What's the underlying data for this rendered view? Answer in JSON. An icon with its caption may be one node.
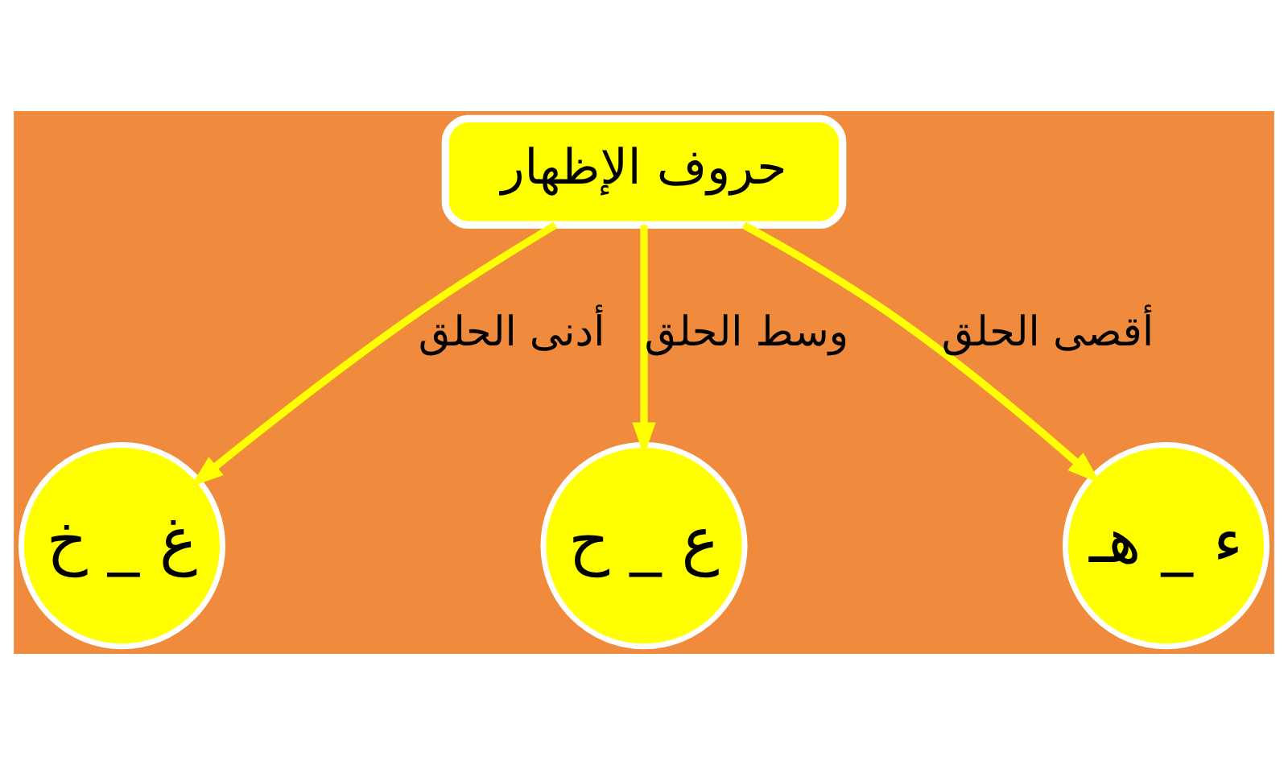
{
  "diagram": {
    "nodes": [
      {
        "text": [
          "حروف الإظهار"
        ]
      },
      {
        "text": [
          "ء _ هـ"
        ]
      },
      {
        "text": [
          "ع _ ح"
        ]
      },
      {
        "text": [
          "غ _ خ"
        ]
      }
    ],
    "edges": [
      {
        "from": 0,
        "to": 1,
        "arrow": "to",
        "label": "أقصى الحلق"
      },
      {
        "from": 0,
        "to": 2,
        "arrow": "to",
        "label": "وسط الحلق"
      },
      {
        "from": 0,
        "to": 3,
        "arrow": "to",
        "label": "أدنى الحلق"
      }
    ]
  }
}
